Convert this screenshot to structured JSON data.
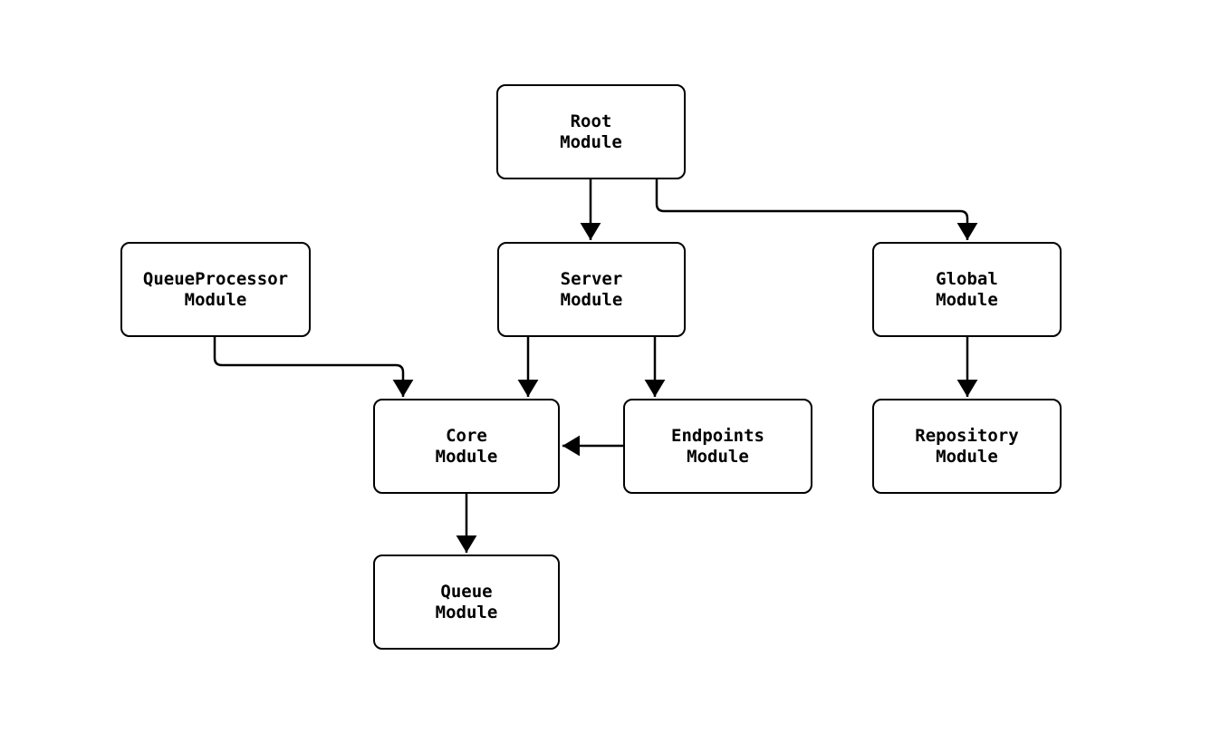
{
  "diagram": {
    "type": "flowchart",
    "colors": {
      "background": "#ffffff",
      "node_fill": "#ffffff",
      "node_border": "#000000",
      "edge": "#000000",
      "text": "#000000"
    },
    "nodes": [
      {
        "id": "root",
        "line1": "Root",
        "line2": "Module"
      },
      {
        "id": "queueprocessor",
        "line1": "QueueProcessor",
        "line2": "Module"
      },
      {
        "id": "server",
        "line1": "Server",
        "line2": "Module"
      },
      {
        "id": "global",
        "line1": "Global",
        "line2": "Module"
      },
      {
        "id": "core",
        "line1": "Core",
        "line2": "Module"
      },
      {
        "id": "endpoints",
        "line1": "Endpoints",
        "line2": "Module"
      },
      {
        "id": "repository",
        "line1": "Repository",
        "line2": "Module"
      },
      {
        "id": "queue",
        "line1": "Queue",
        "line2": "Module"
      }
    ],
    "edges": [
      {
        "from": "root",
        "to": "server"
      },
      {
        "from": "root",
        "to": "global"
      },
      {
        "from": "queueprocessor",
        "to": "core"
      },
      {
        "from": "server",
        "to": "core"
      },
      {
        "from": "server",
        "to": "endpoints"
      },
      {
        "from": "endpoints",
        "to": "core"
      },
      {
        "from": "global",
        "to": "repository"
      },
      {
        "from": "core",
        "to": "queue"
      }
    ]
  }
}
